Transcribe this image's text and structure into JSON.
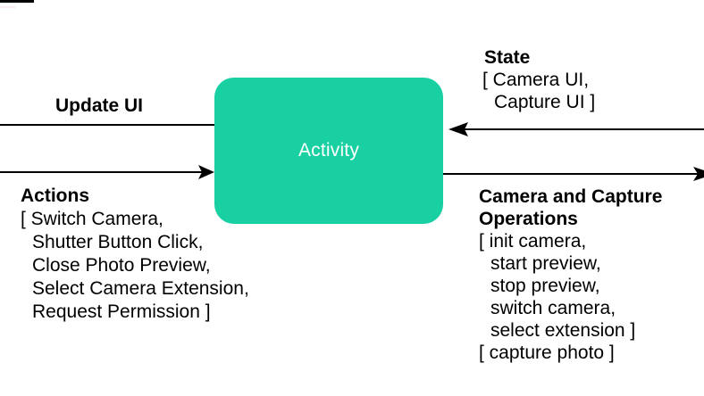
{
  "node": {
    "label": "Activity"
  },
  "left": {
    "update_ui": {
      "title": "Update UI",
      "arrow_direction": "from-activity-pointing-left-offscreen"
    },
    "actions": {
      "title": "Actions",
      "arrow_direction": "pointing-right-into-activity",
      "lines": [
        "[ Switch Camera,",
        "Shutter Button Click,",
        "Close Photo Preview,",
        "Select Camera Extension,",
        "Request Permission ]"
      ]
    }
  },
  "right": {
    "state": {
      "title": "State",
      "arrow_direction": "pointing-left-into-activity",
      "lines": [
        "[ Camera UI,",
        "Capture UI ]"
      ]
    },
    "operations": {
      "title_lines": [
        "Camera and Capture",
        "Operations"
      ],
      "arrow_direction": "from-activity-pointing-right-offscreen",
      "lines": [
        "[ init camera,",
        "start preview,",
        "stop preview,",
        "switch camera,",
        "select extension ]",
        "[ capture photo ]"
      ]
    }
  },
  "colors": {
    "node_fill": "#19D0A2",
    "node_text": "#FFFFFF",
    "arrow": "#000000",
    "background": "#FFFFFF"
  }
}
